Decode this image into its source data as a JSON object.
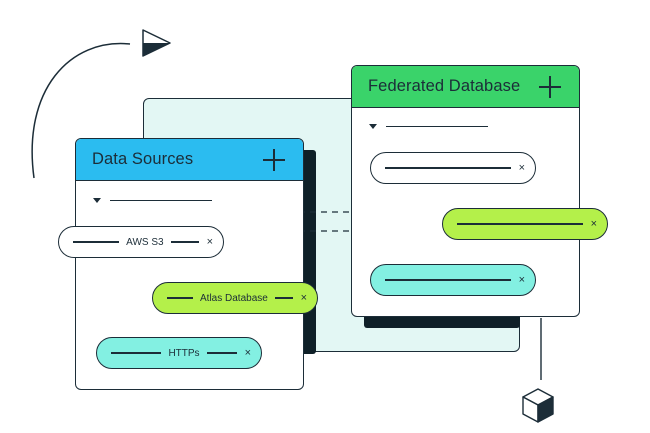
{
  "colors": {
    "ink": "#1c2d38",
    "data_sources_header": "#2bbcf0",
    "federated_header": "#3ad36a",
    "lime_pill": "#b4f04a",
    "cyan_pill": "#83f0e2",
    "back_panel": "#e3f7f4"
  },
  "data_sources": {
    "title": "Data Sources",
    "add_icon": "plus-icon",
    "items": [
      {
        "label": "AWS S3",
        "style": "white"
      },
      {
        "label": "Atlas Database",
        "style": "lime"
      },
      {
        "label": "HTTPs",
        "style": "cyan"
      }
    ]
  },
  "federated_database": {
    "title": "Federated Database",
    "add_icon": "plus-icon",
    "items": [
      {
        "label": "",
        "style": "white"
      },
      {
        "label": "",
        "style": "lime"
      },
      {
        "label": "",
        "style": "cyan"
      }
    ]
  },
  "close_glyph": "×",
  "decor_icons": [
    "play-triangle-icon",
    "cube-icon",
    "arrow-icon"
  ]
}
